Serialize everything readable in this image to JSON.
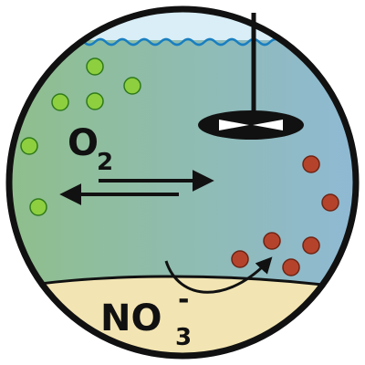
{
  "labels": {
    "oxygen_main": "O",
    "oxygen_sub": "2",
    "nitrate_main": "NO",
    "nitrate_sub": "3",
    "nitrate_sup": "-"
  },
  "colors": {
    "water_left": "#8fbf8a",
    "water_right": "#8fb9d6",
    "surface": "#d9eef7",
    "wave_line": "#1a7fc0",
    "sediment": "#f3e5b3",
    "outline": "#111111",
    "green_dot": "#8dcf3f",
    "green_dot_edge": "#2f7a1a",
    "red_dot": "#b5432c",
    "red_dot_edge": "#6e2414",
    "arrow": "#111111",
    "aerator_fill": "#ffffff"
  },
  "icons": {
    "aerator": "aerator-paddle-icon",
    "exchange_arrows": "double-arrow-icon",
    "uptake_arrow": "curved-arrow-icon"
  }
}
